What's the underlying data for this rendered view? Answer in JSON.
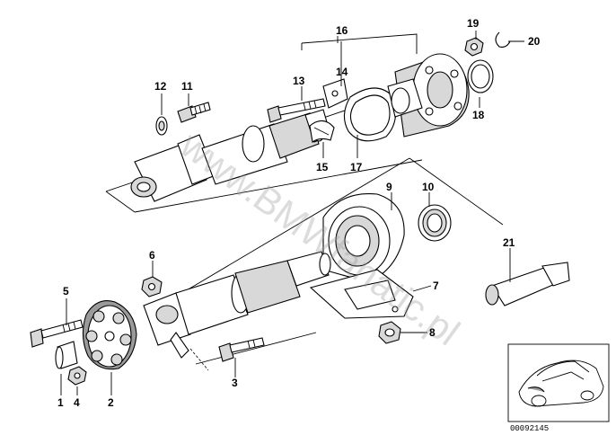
{
  "part_labels": {
    "p1": "1",
    "p2": "2",
    "p3": "3",
    "p4": "4",
    "p5": "5",
    "p6": "6",
    "p7": "7",
    "p8": "8",
    "p9": "9",
    "p10": "10",
    "p11": "11",
    "p12": "12",
    "p13": "13",
    "p14": "14",
    "p15": "15",
    "p16": "16",
    "p17": "17",
    "p18": "18",
    "p19": "19",
    "p20": "20",
    "p21": "21"
  },
  "watermark": "www.BMWfanatic.pl",
  "diagram_code": "00092145"
}
